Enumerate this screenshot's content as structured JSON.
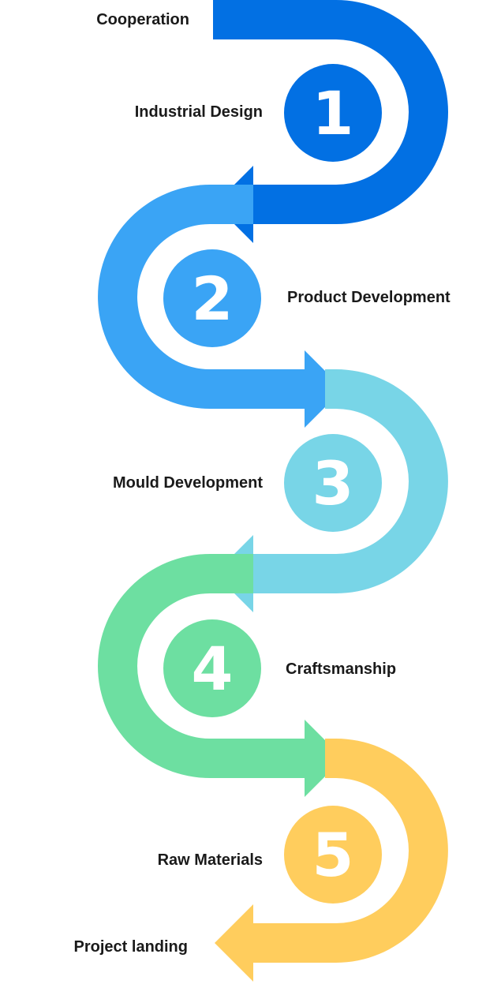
{
  "start_label": "Cooperation",
  "end_label": "Project landing",
  "steps": [
    {
      "number": "1",
      "label": "Industrial Design",
      "color": "#0270E3"
    },
    {
      "number": "2",
      "label": "Product Development",
      "color": "#3AA4F5"
    },
    {
      "number": "3",
      "label": "Mould Development",
      "color": "#78D5E7"
    },
    {
      "number": "4",
      "label": "Craftsmanship",
      "color": "#6DDFA1"
    },
    {
      "number": "5",
      "label": "Raw Materials",
      "color": "#FFCD5D"
    }
  ]
}
